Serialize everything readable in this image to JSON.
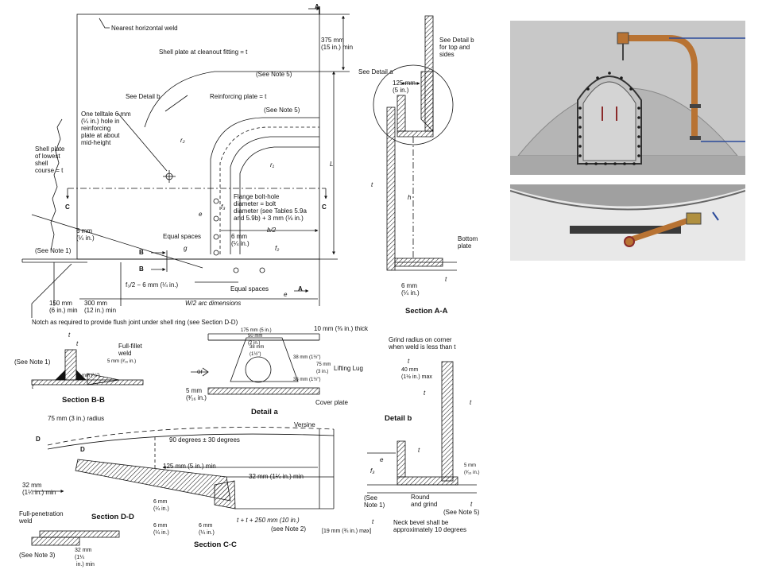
{
  "labels": {
    "section_a_top": "A",
    "nearest_weld": "Nearest horizontal weld",
    "shell_plate_cleanout": "Shell plate at cleanout fitting = t",
    "dim_375": "375 mm\n(15 in.) min",
    "see_detail_b_top": "See Detail b\nfor top and\nsides",
    "see_note5_a": "(See Note 5)",
    "see_detail_a": "See Detail a",
    "dim_125": "125 mm\n(5 in.)",
    "see_detail_b": "See Detail b",
    "reinforcing_plate": "Reinforcing plate = t",
    "see_note5_b": "(See Note 5)",
    "telltale": "One telltale 6 mm\n(¼ in.) hole in\nreinforcing\nplate at about\nmid-height",
    "shell_plate_lowest": "Shell plate\nof lowest\nshell\ncourse = t",
    "r2": "r₂",
    "r1": "r₁",
    "L": "L",
    "tc": "t",
    "h": "h",
    "C_left": "C",
    "C_right": "C",
    "flange_bolt": "Flange bolt-hole\ndiameter = bolt\ndiameter (see Tables 5.9a\nand 5.9b) + 3 mm (⅛ in.)",
    "e_top": "e",
    "f3": "f₃",
    "b2": "b/2",
    "mm6_left": "6 mm\n(¼ in.)",
    "equal_spaces": "Equal spaces",
    "mm6_mid": "6 mm\n(¼ in.)",
    "f2": "f₂",
    "g": "g",
    "see_note1": "(See Note 1)",
    "B1": "B",
    "B2": "B",
    "bottom_plate": "Bottom\nplate",
    "tb_a": "t",
    "f3_2": "f₃/2 − 6 mm (¼ in.)",
    "equal_spaces_2": "Equal spaces",
    "A_bottom": "A",
    "e_bottom": "e",
    "mm6_a": "6 mm\n(¼ in.)",
    "dim_150": "150 mm\n(6 in.) min",
    "dim_300": "300 mm\n(12 in.) min",
    "w2_arc": "W/2 arc dimensions",
    "section_aa": "Section A-A",
    "notch": "Notch as required to provide flush joint under shell ring (see Section D-D)",
    "td1": "t",
    "td2": "t",
    "full_fillet": "Full-fillet\nweld",
    "mm5_b": "5 mm (³⁄₁₆ in.)",
    "see_note1_b": "(See Note 1)",
    "mm6_b": "6 mm (¼\")",
    "tb_b": "t",
    "section_bb": "Section B-B",
    "dim_175": "175 mm (5 in.)",
    "dim_50": "50 mm\n(2 in.)",
    "dim_38a": "38 mm\n(1½\")",
    "thick_10": "10 mm (⅜ in.) thick",
    "dim_38b": "38 mm (1½\")",
    "dim_75": "75 mm\n(3 in.)",
    "lifting_lug": "Lifting Lug",
    "dim_38c": "38 mm (1½\")",
    "or": "or",
    "mm5_a": "5 mm\n(³⁄₁₆ in.)",
    "cover_plate": "Cover plate",
    "detail_a": "Detail a",
    "grind_radius": "Grind radius on corner\nwhen weld is less than t",
    "td_b": "t",
    "dim_40": "40 mm\n(1½ in.) max",
    "td_b2": "t",
    "td_b3": "t",
    "detail_b": "Detail b",
    "radius_75": "75 mm (3 in.) radius",
    "D1": "D",
    "D2": "D",
    "deg90": "90 degrees ± 30 degrees",
    "versine": "Versine",
    "dim_125b": "125 mm (5 in.) min",
    "dim_32a": "32 mm (1¼ in.) min",
    "dim_32b": "32 mm\n(1¼ in.) min",
    "mm6_c1": "6 mm\n(¼ in.)",
    "mm6_c2": "6 mm\n(¼ in.)",
    "mm6_c3": "6 mm\n(¼ in.)",
    "full_pen": "Full-penetration\nweld",
    "section_dd": "Section D-D",
    "td_tt": "t + t + 250 mm (10 in.)",
    "see_note2": "(see Note 2)",
    "section_cc": "Section C-C",
    "see_note3": "(See Note 3)",
    "dim_32c": "32 mm\n(1¼\n in.) min",
    "e_b": "e",
    "tc_b": "t",
    "f3_b": "f₃",
    "mm5_c": "5 mm\n(³⁄₁₆ in.)",
    "see_note1_c": "(See\nNote 1)",
    "round_grind": "Round\nand grind",
    "see_note5_c": "(See Note 5)",
    "td_c": "t",
    "tb_c": "t",
    "neck_bevel": "Neck bevel shall be\napproximately 10 degrees",
    "dim_19": "[19 mm (¾ in.) max]"
  },
  "colors": {
    "line": "#111111",
    "photo_bg": "#d9d9d9",
    "pipe": "#b87333",
    "rivet": "#1a1a1a",
    "door": "#c2c2c2",
    "accent_blue": "#2a4a9a"
  }
}
